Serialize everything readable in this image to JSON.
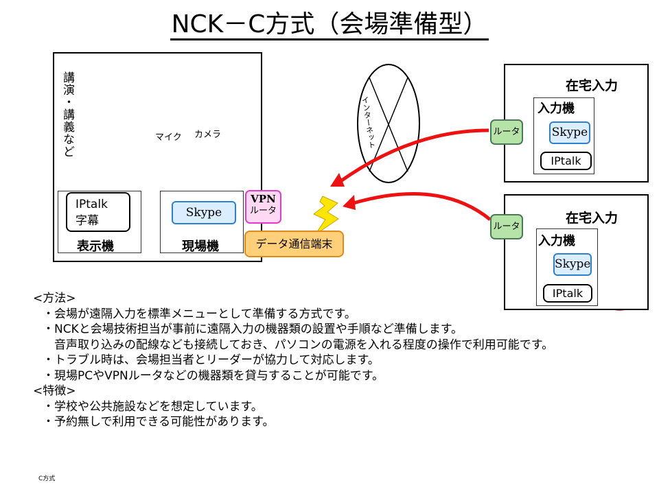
{
  "title": "NCK－C方式（会場準備型）",
  "venue": {
    "speaker_label": "講演・講義など",
    "mic_label": "マイク",
    "camera_label": "カメラ",
    "display_machine": {
      "inner_line1": "IPtalk",
      "inner_line2": "字幕",
      "label": "表示機"
    },
    "site_machine": {
      "skype": "Skype",
      "label": "現場機"
    },
    "vpn_router": {
      "line1": "VPN",
      "line2": "ルータ"
    },
    "data_terminal": "データ通信端末"
  },
  "internet_label": "インターネット",
  "remote": [
    {
      "title": "在宅入力",
      "input_machine": "入力機",
      "skype": "Skype",
      "iptalk": "IPtalk",
      "router": "ルータ"
    },
    {
      "title": "在宅入力",
      "input_machine": "入力機",
      "skype": "Skype",
      "iptalk": "IPtalk",
      "router": "ルータ"
    }
  ],
  "method": {
    "heading": "<方法>",
    "lines": [
      "・会場が遠隔入力を標準メニューとして準備する方式です。",
      "・NCKと会場技術担当が事前に遠隔入力の機器類の設置や手順など準備します。",
      "　音声取り込みの配線なども接続しておき、パソコンの電源を入れる程度の操作で利用可能です。",
      "・トラブル時は、会場担当者とリーダーが協力して対応します。",
      "・現場PCやVPNルータなどの機器類を貸与することが可能です。"
    ]
  },
  "features": {
    "heading": "<特徴>",
    "lines": [
      "・学校や公共施設などを想定しています。",
      "・予約無しで利用できる可能性があります。"
    ]
  },
  "footer": "C方式",
  "colors": {
    "arrow": "#ee1111",
    "blue_circle": "#2e3192",
    "red_circle": "#e0201a",
    "bolt": "#ffe600"
  }
}
